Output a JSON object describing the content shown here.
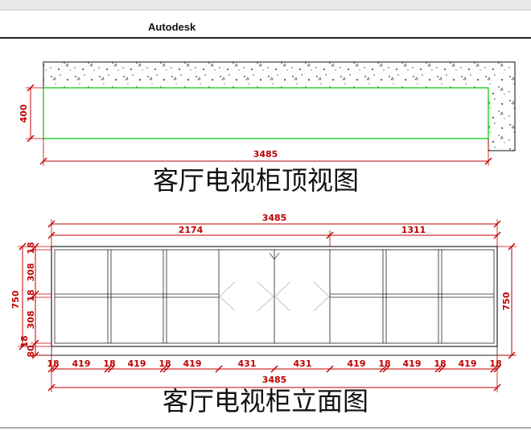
{
  "app": {
    "title": "Autodesk"
  },
  "top_view": {
    "title": "客厅电视柜顶视图",
    "width_dim": "3485",
    "depth_dim": "400"
  },
  "elevation": {
    "title": "客厅电视柜立面图",
    "overall_top": "3485",
    "left_width": "2174",
    "right_width": "1311",
    "overall_bottom": "3485",
    "height_left": "750",
    "height_right": "750",
    "vertical_parts": [
      "18",
      "308",
      "18",
      "308",
      "18",
      "80"
    ],
    "bottom_parts": [
      "18",
      "419",
      "18",
      "419",
      "18",
      "419",
      "431",
      "431",
      "419",
      "18",
      "419",
      "18",
      "419",
      "18"
    ]
  },
  "colors": {
    "dimension": "#c00000",
    "outline_green": "#22cc22",
    "line": "#222222"
  }
}
